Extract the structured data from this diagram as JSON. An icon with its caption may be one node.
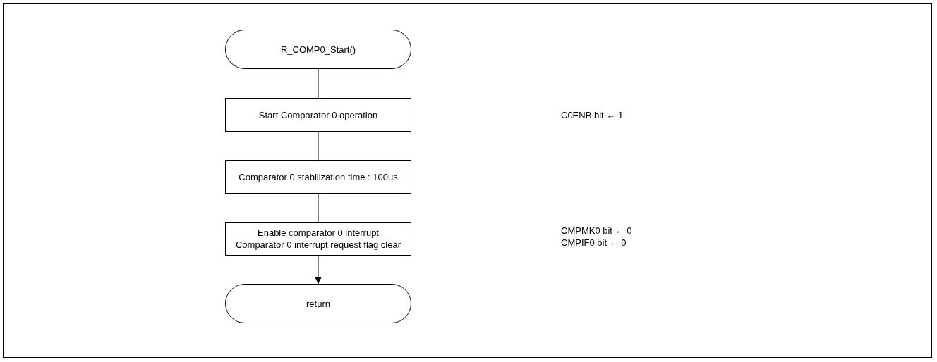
{
  "diagram": {
    "nodes": [
      {
        "text": [
          "R_COMP0_Start()"
        ]
      },
      {
        "text": [
          "Start Comparator 0 operation"
        ]
      },
      {
        "text": [
          "Comparator 0 stabilization time : 100us"
        ]
      },
      {
        "text": [
          "Enable comparator 0 interrupt",
          "Comparator 0 interrupt request flag clear"
        ]
      },
      {
        "text": [
          "return"
        ]
      }
    ],
    "edges": [
      {
        "from": 0,
        "to": 1,
        "arrow": "none"
      },
      {
        "from": 1,
        "to": 2,
        "arrow": "none"
      },
      {
        "from": 2,
        "to": 3,
        "arrow": "none"
      },
      {
        "from": 3,
        "to": 4,
        "arrow": "to"
      }
    ],
    "labels": [
      "C0ENB bit ← 1",
      "CMPMK0 bit ← 0",
      "CMPIF0 bit ← 0"
    ]
  }
}
